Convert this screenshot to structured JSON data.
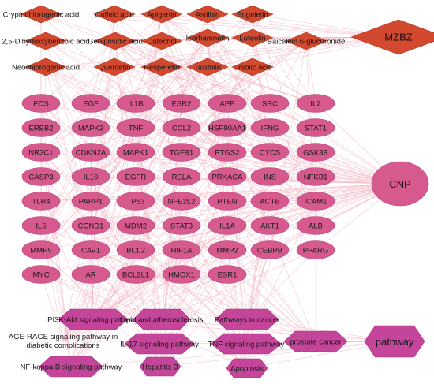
{
  "network": {
    "hubs": {
      "compound_hub": "MZBZ",
      "target_hub": "CNP",
      "pathway_hub": "pathway"
    },
    "compounds": [
      "Cryptochlorogenic acid",
      "Caffeic acid",
      "Apigenin",
      "Astilbin",
      "Engeletin",
      "2,5-Dihydroxybenzoic acid",
      "Geniposidic acid",
      "Catechol",
      "Isorhamnetin",
      "Luteolin",
      "Baicalein 6-glucuronide",
      "Neochlorogenic acid",
      "Quercetin",
      "Hesperetin",
      "Taxifolin",
      "Ursolic acid"
    ],
    "targets": [
      "FOS",
      "EGF",
      "IL1B",
      "ESR2",
      "APP",
      "SRC",
      "IL2",
      "ERBB2",
      "MAPK3",
      "TNF",
      "CCL2",
      "HSP90AA1",
      "IFNG",
      "STAT1",
      "NR3C1",
      "CDKN2A",
      "MAPK1",
      "TGFB1",
      "PTGS2",
      "CYCS",
      "GSK3B",
      "CASP3",
      "IL10",
      "EGFR",
      "RELA",
      "PRKACA",
      "INS",
      "NFKB1",
      "TLR4",
      "PARP1",
      "TP53",
      "NFE2L2",
      "PTEN",
      "ACTB",
      "ICAM1",
      "IL6",
      "CCND1",
      "MDM2",
      "STAT3",
      "IL1A",
      "AKT1",
      "ALB",
      "MMP9",
      "CAV1",
      "BCL2",
      "HIF1A",
      "MMP2",
      "CEBPB",
      "PPARG",
      "MYC",
      "AR",
      "BCL2L1",
      "HMOX1",
      "ESR1"
    ],
    "pathways": [
      "PI3K-Akt signaling pathway",
      "Lipid and atherosclerosis",
      "Pathways in cancer",
      "AGE-RAGE signaling pathway in diabetic complications",
      "IL-17 signaling pathway",
      "TNF signaling pathway",
      "prostate cancer",
      "NF-kappa B signaling pathway",
      "Hepatitis B",
      "Apoptosis"
    ],
    "colors": {
      "compound": "#d2492f",
      "target": "#d65a8e",
      "pathway": "#c4459a",
      "edge": "#f2b3c2"
    }
  }
}
